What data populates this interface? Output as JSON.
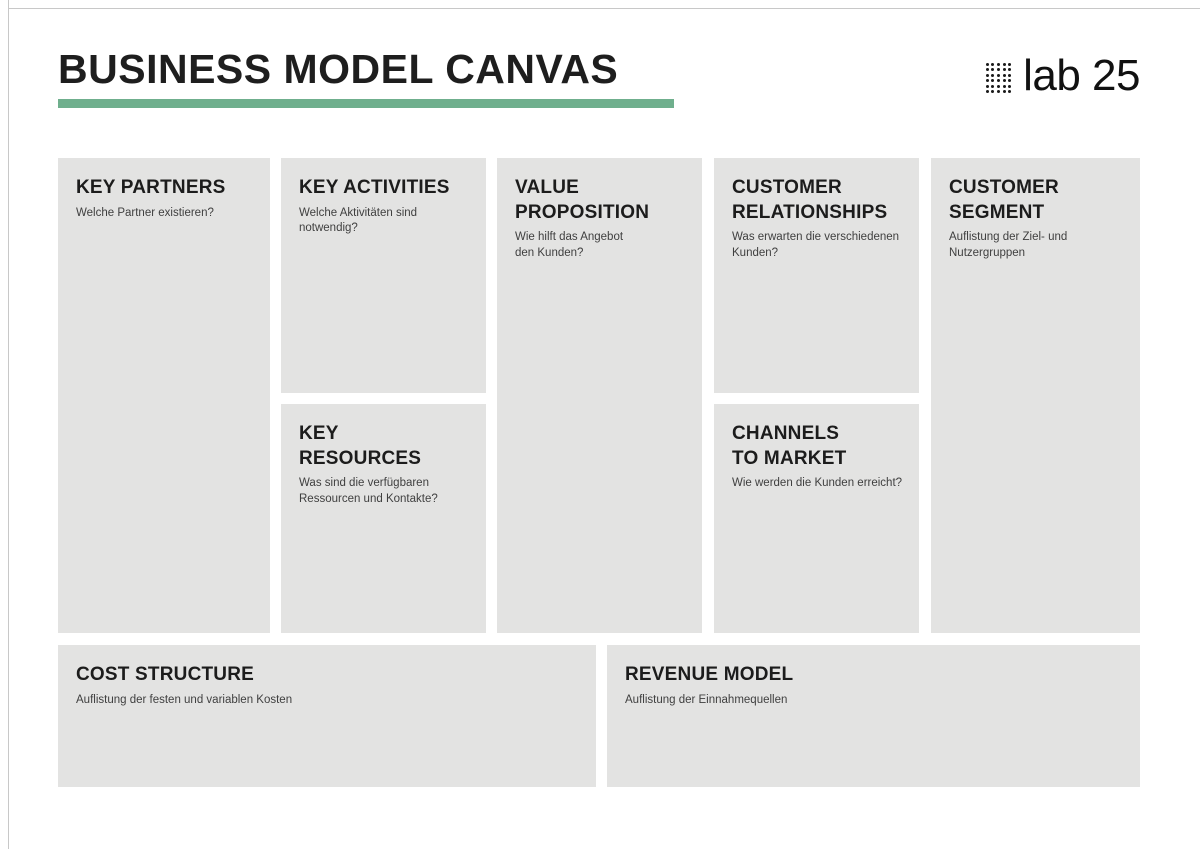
{
  "header": {
    "title": "BUSINESS MODEL CANVAS",
    "accent_color": "#6faf8d",
    "logo": {
      "text": "lab 25",
      "dot_grid_icon": "dot-grid-icon"
    }
  },
  "canvas": {
    "cell_background": "#e3e3e2",
    "cells": [
      {
        "id": "key-partners",
        "title": "KEY PARTNERS",
        "subtitle": "Welche Partner existieren?"
      },
      {
        "id": "key-activities",
        "title": "KEY ACTIVITIES",
        "subtitle": "Welche Aktivitäten sind\nnotwendig?"
      },
      {
        "id": "key-resources",
        "title": "KEY\nRESOURCES",
        "subtitle": "Was sind die verfügbaren\nRessourcen und Kontakte?"
      },
      {
        "id": "value-proposition",
        "title": "VALUE\nPROPOSITION",
        "subtitle": "Wie hilft das Angebot\nden Kunden?"
      },
      {
        "id": "customer-relationships",
        "title": "CUSTOMER\nRELATIONSHIPS",
        "subtitle": "Was erwarten die verschiedenen\nKunden?"
      },
      {
        "id": "channels-to-market",
        "title": "CHANNELS\nTO MARKET",
        "subtitle": "Wie werden die Kunden erreicht?"
      },
      {
        "id": "customer-segment",
        "title": "CUSTOMER\nSEGMENT",
        "subtitle": "Auflistung der Ziel- und\nNutzergruppen"
      },
      {
        "id": "cost-structure",
        "title": "COST STRUCTURE",
        "subtitle": "Auflistung der festen und variablen Kosten"
      },
      {
        "id": "revenue-model",
        "title": "REVENUE MODEL",
        "subtitle": "Auflistung der Einnahmequellen"
      }
    ]
  }
}
